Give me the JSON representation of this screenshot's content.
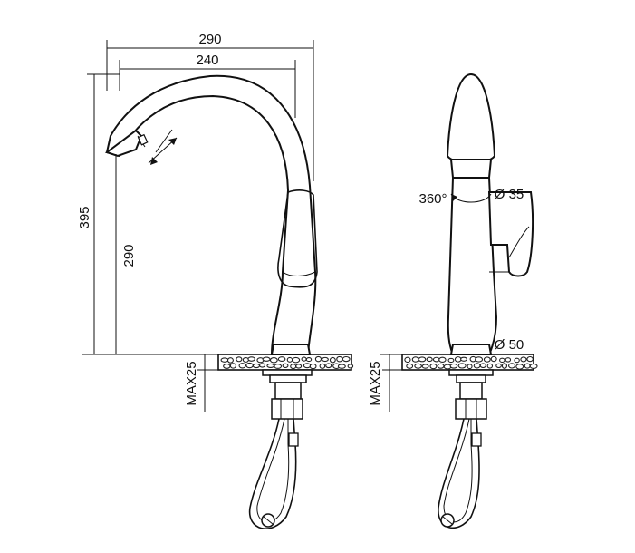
{
  "side_view": {
    "dim_top_outer": "290",
    "dim_top_inner": "240",
    "dim_height_total": "395",
    "dim_height_spout": "290",
    "dim_max": "MAX25"
  },
  "front_view": {
    "dim_rotation": "360°",
    "dim_handle_diameter": "Ø 35",
    "dim_base_diameter": "Ø 50",
    "dim_max": "MAX25"
  },
  "colors": {
    "line": "#111111",
    "background": "#ffffff"
  }
}
